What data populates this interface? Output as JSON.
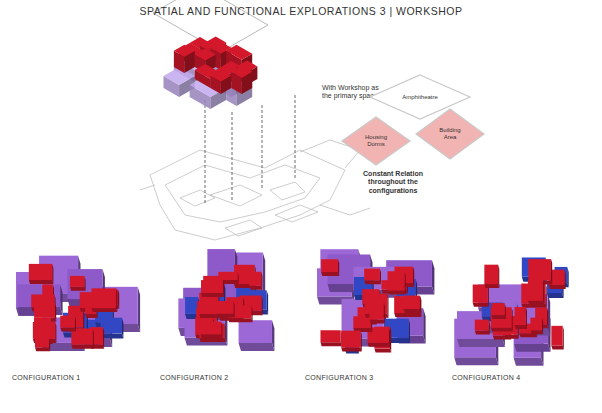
{
  "diagram": {
    "title": "SPATIAL AND FUNCTIONAL EXPLORATIONS 3 | WORKSHOP",
    "nodes": [
      {
        "text": [
          "Amphitheatre"
        ]
      },
      {
        "text": [
          "Housing Dorms"
        ]
      },
      {
        "text": [
          "Building Area"
        ]
      }
    ],
    "labels": [
      "With Workshop as the primary space",
      "Constant Relation throughout the configurations",
      "CONFIGURATION 1",
      "CONFIGURATION 2",
      "CONFIGURATION 3",
      "CONFIGURATION 4"
    ]
  }
}
